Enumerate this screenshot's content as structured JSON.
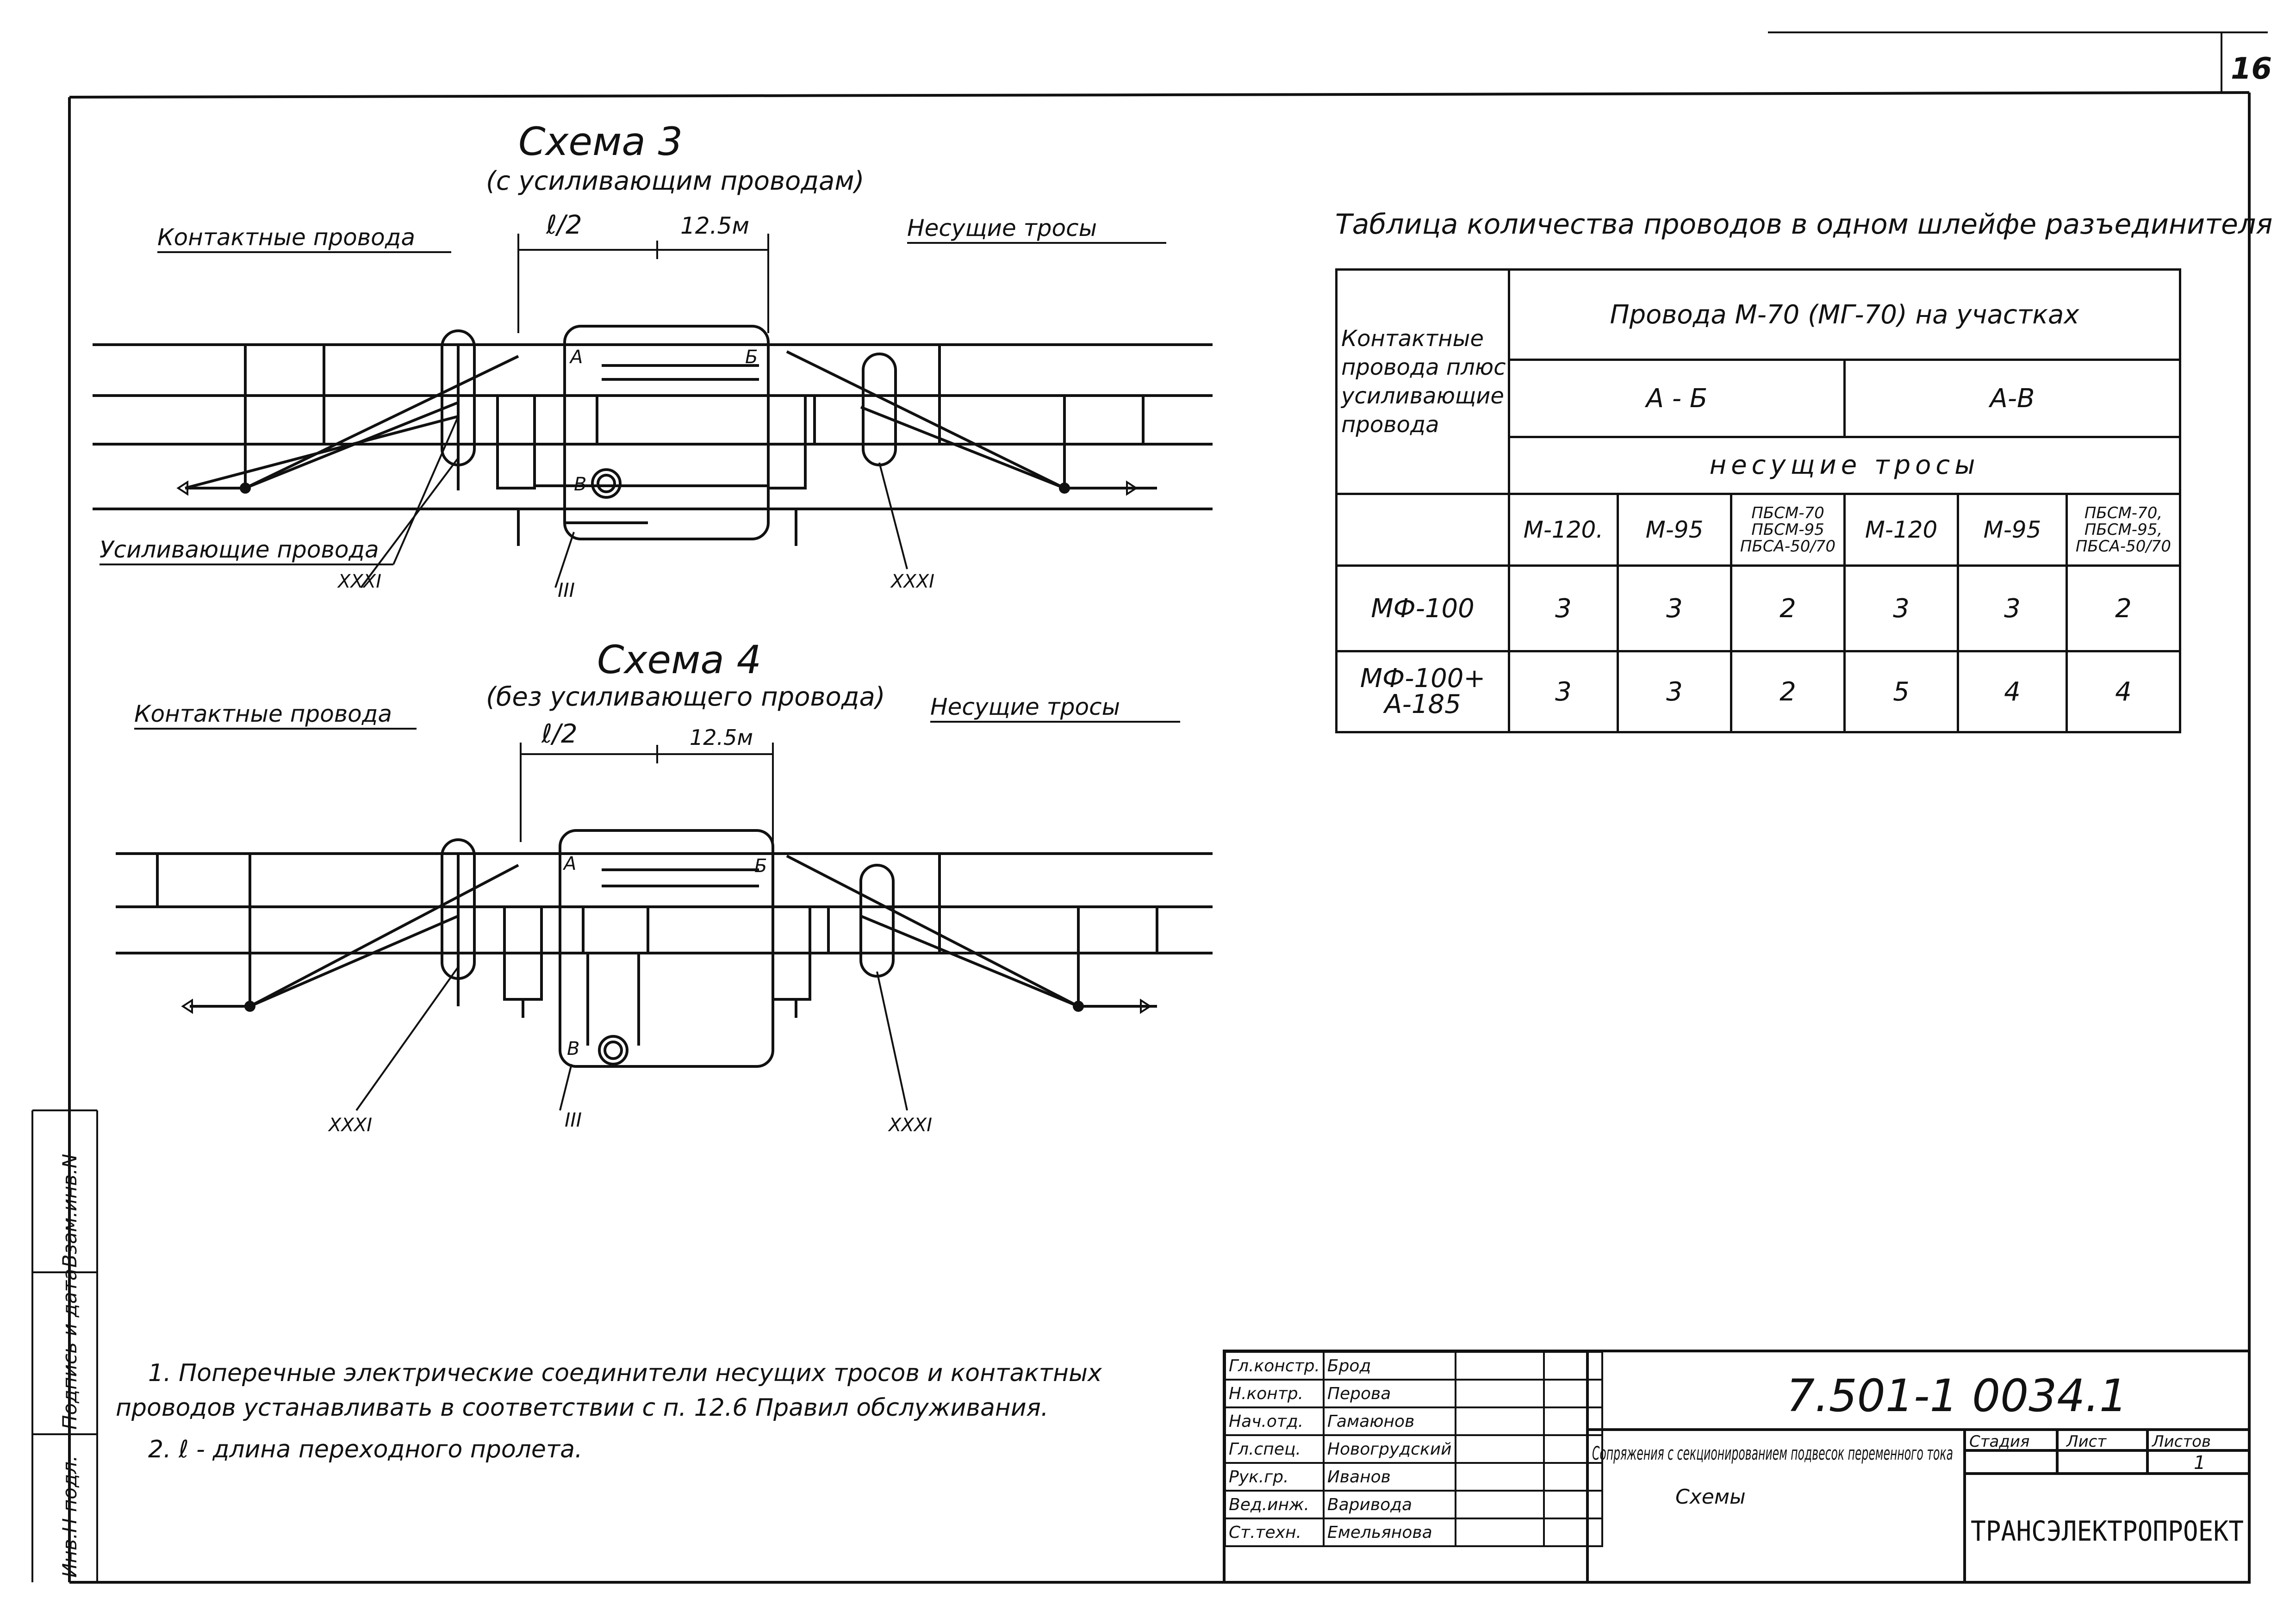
{
  "sheet_number": "16",
  "scheme3": {
    "title": "Схема 3",
    "subtitle": "(с усиливающим проводам)",
    "contact_label": "Контактные провода",
    "carrier_label": "Несущие тросы",
    "reinforcing_label": "Усиливающие провода",
    "half_span": "ℓ/2",
    "span_125": "12.5м",
    "node_a": "А",
    "node_b": "Б",
    "node_v": "В",
    "ref_left": "XXXI",
    "ref_mid": "III",
    "ref_right": "XXXI"
  },
  "scheme4": {
    "title": "Схема 4",
    "subtitle": "(без усиливающего провода)",
    "contact_label": "Контактные провода",
    "carrier_label": "Несущие тросы",
    "half_span": "ℓ/2",
    "span_125": "12.5м",
    "node_a": "А",
    "node_b": "Б",
    "node_v": "В",
    "ref_left": "XXXI",
    "ref_mid": "III",
    "ref_right": "XXXI"
  },
  "table": {
    "title": "Таблица количества проводов в одном шлейфе разъединителя",
    "corner_header": "Контактные провода плюс усиливающие провода",
    "group_header": "Провода М-70 (МГ-70) на участках",
    "section_ab": "А - Б",
    "section_av": "А-В",
    "carrier_header": "несущие тросы",
    "columns": [
      "М-120.",
      "М-95",
      "ПБСМ-70 ПБСМ-95 ПБСА-50/70",
      "М-120",
      "М-95",
      "ПБСМ-70, ПБСМ-95, ПБСА-50/70"
    ],
    "rows": [
      {
        "label": "МФ-100",
        "values": [
          "3",
          "3",
          "2",
          "3",
          "3",
          "2"
        ]
      },
      {
        "label": "МФ-100+ А-185",
        "values": [
          "3",
          "3",
          "2",
          "5",
          "4",
          "4"
        ]
      }
    ]
  },
  "notes": {
    "note1_line1": "1. Поперечные электрические соединители несущих тросов и контактных",
    "note1_line2": "проводов устанавливать в соответствии с п. 12.6 Правил обслуживания.",
    "note2": "2. ℓ - длина переходного пролета."
  },
  "side_stamp": {
    "field1": "Инв.Н подл.",
    "field2": "Подпись и дата",
    "field3": "Взам.инв.N"
  },
  "title_block": {
    "doc_code": "7.501-1 0034.1",
    "name": "Сопряжения с секционированием подвесок переменного тока",
    "subname": "Схемы",
    "stage_label": "Стадия",
    "sheet_label": "Лист",
    "sheets_label": "Листов",
    "sheets_value": "1",
    "org": "ТРАНСЭЛЕКТРОПРОЕКТ",
    "staff": [
      {
        "role": "Гл.констр.",
        "name": "Брод"
      },
      {
        "role": "Н.контр.",
        "name": "Перова"
      },
      {
        "role": "Нач.отд.",
        "name": "Гамаюнов"
      },
      {
        "role": "Гл.спец.",
        "name": "Новогрудский"
      },
      {
        "role": "Рук.гр.",
        "name": "Иванов"
      },
      {
        "role": "Вед.инж.",
        "name": "Варивода"
      },
      {
        "role": "Ст.техн.",
        "name": "Емельянова"
      }
    ]
  }
}
